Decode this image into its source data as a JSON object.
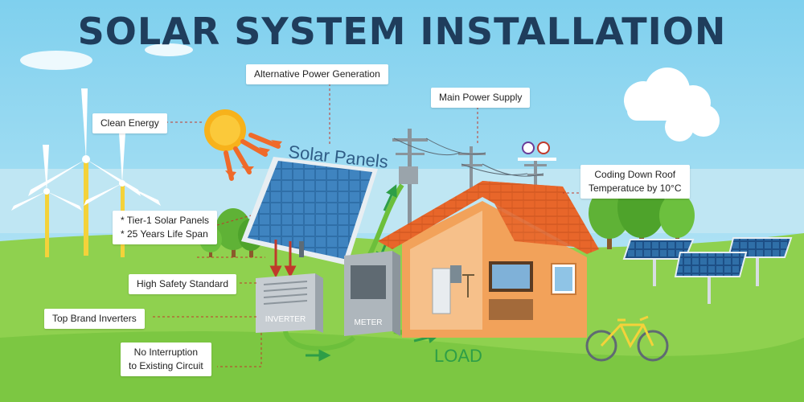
{
  "title": "SOLAR SYSTEM INSTALLATION",
  "labels": {
    "solar_panels": "Solar Panels",
    "load": "LOAD",
    "inverter": "INVERTER",
    "meter": "METER"
  },
  "callouts": {
    "alternative_power": "Alternative Power Generation",
    "main_power_supply": "Main Power Supply",
    "clean_energy": "Clean Energy",
    "cooling_roof_line1": "Coding Down Roof",
    "cooling_roof_line2": "Temperatuce by 10°C",
    "tier1_line1": "* Tier-1 Solar Panels",
    "tier1_line2": "* 25 Years Life Span",
    "high_safety": "High Safety Standard",
    "top_brand": "Top Brand Inverters",
    "no_interruption_line1": "No Interruption",
    "no_interruption_line2": "to Existing Circuit"
  },
  "colors": {
    "sky_top": "#7fd0ee",
    "sky_bottom": "#c9ecf8",
    "sea": "#bfe6f3",
    "grass": "#8fd14f",
    "grass_dark": "#6fbf3a",
    "title": "#1f3d5c",
    "sun": "#f7b21b",
    "ray": "#ef6a2a",
    "panel": "#2f6fa8",
    "roof": "#e8662a",
    "wall": "#f2a25a",
    "cable": "#6cbf3b",
    "arrow_red": "#c0392b",
    "arrow_green": "#2e9e47",
    "label_green": "#2e9e47",
    "solar_label": "#2f5c86"
  }
}
